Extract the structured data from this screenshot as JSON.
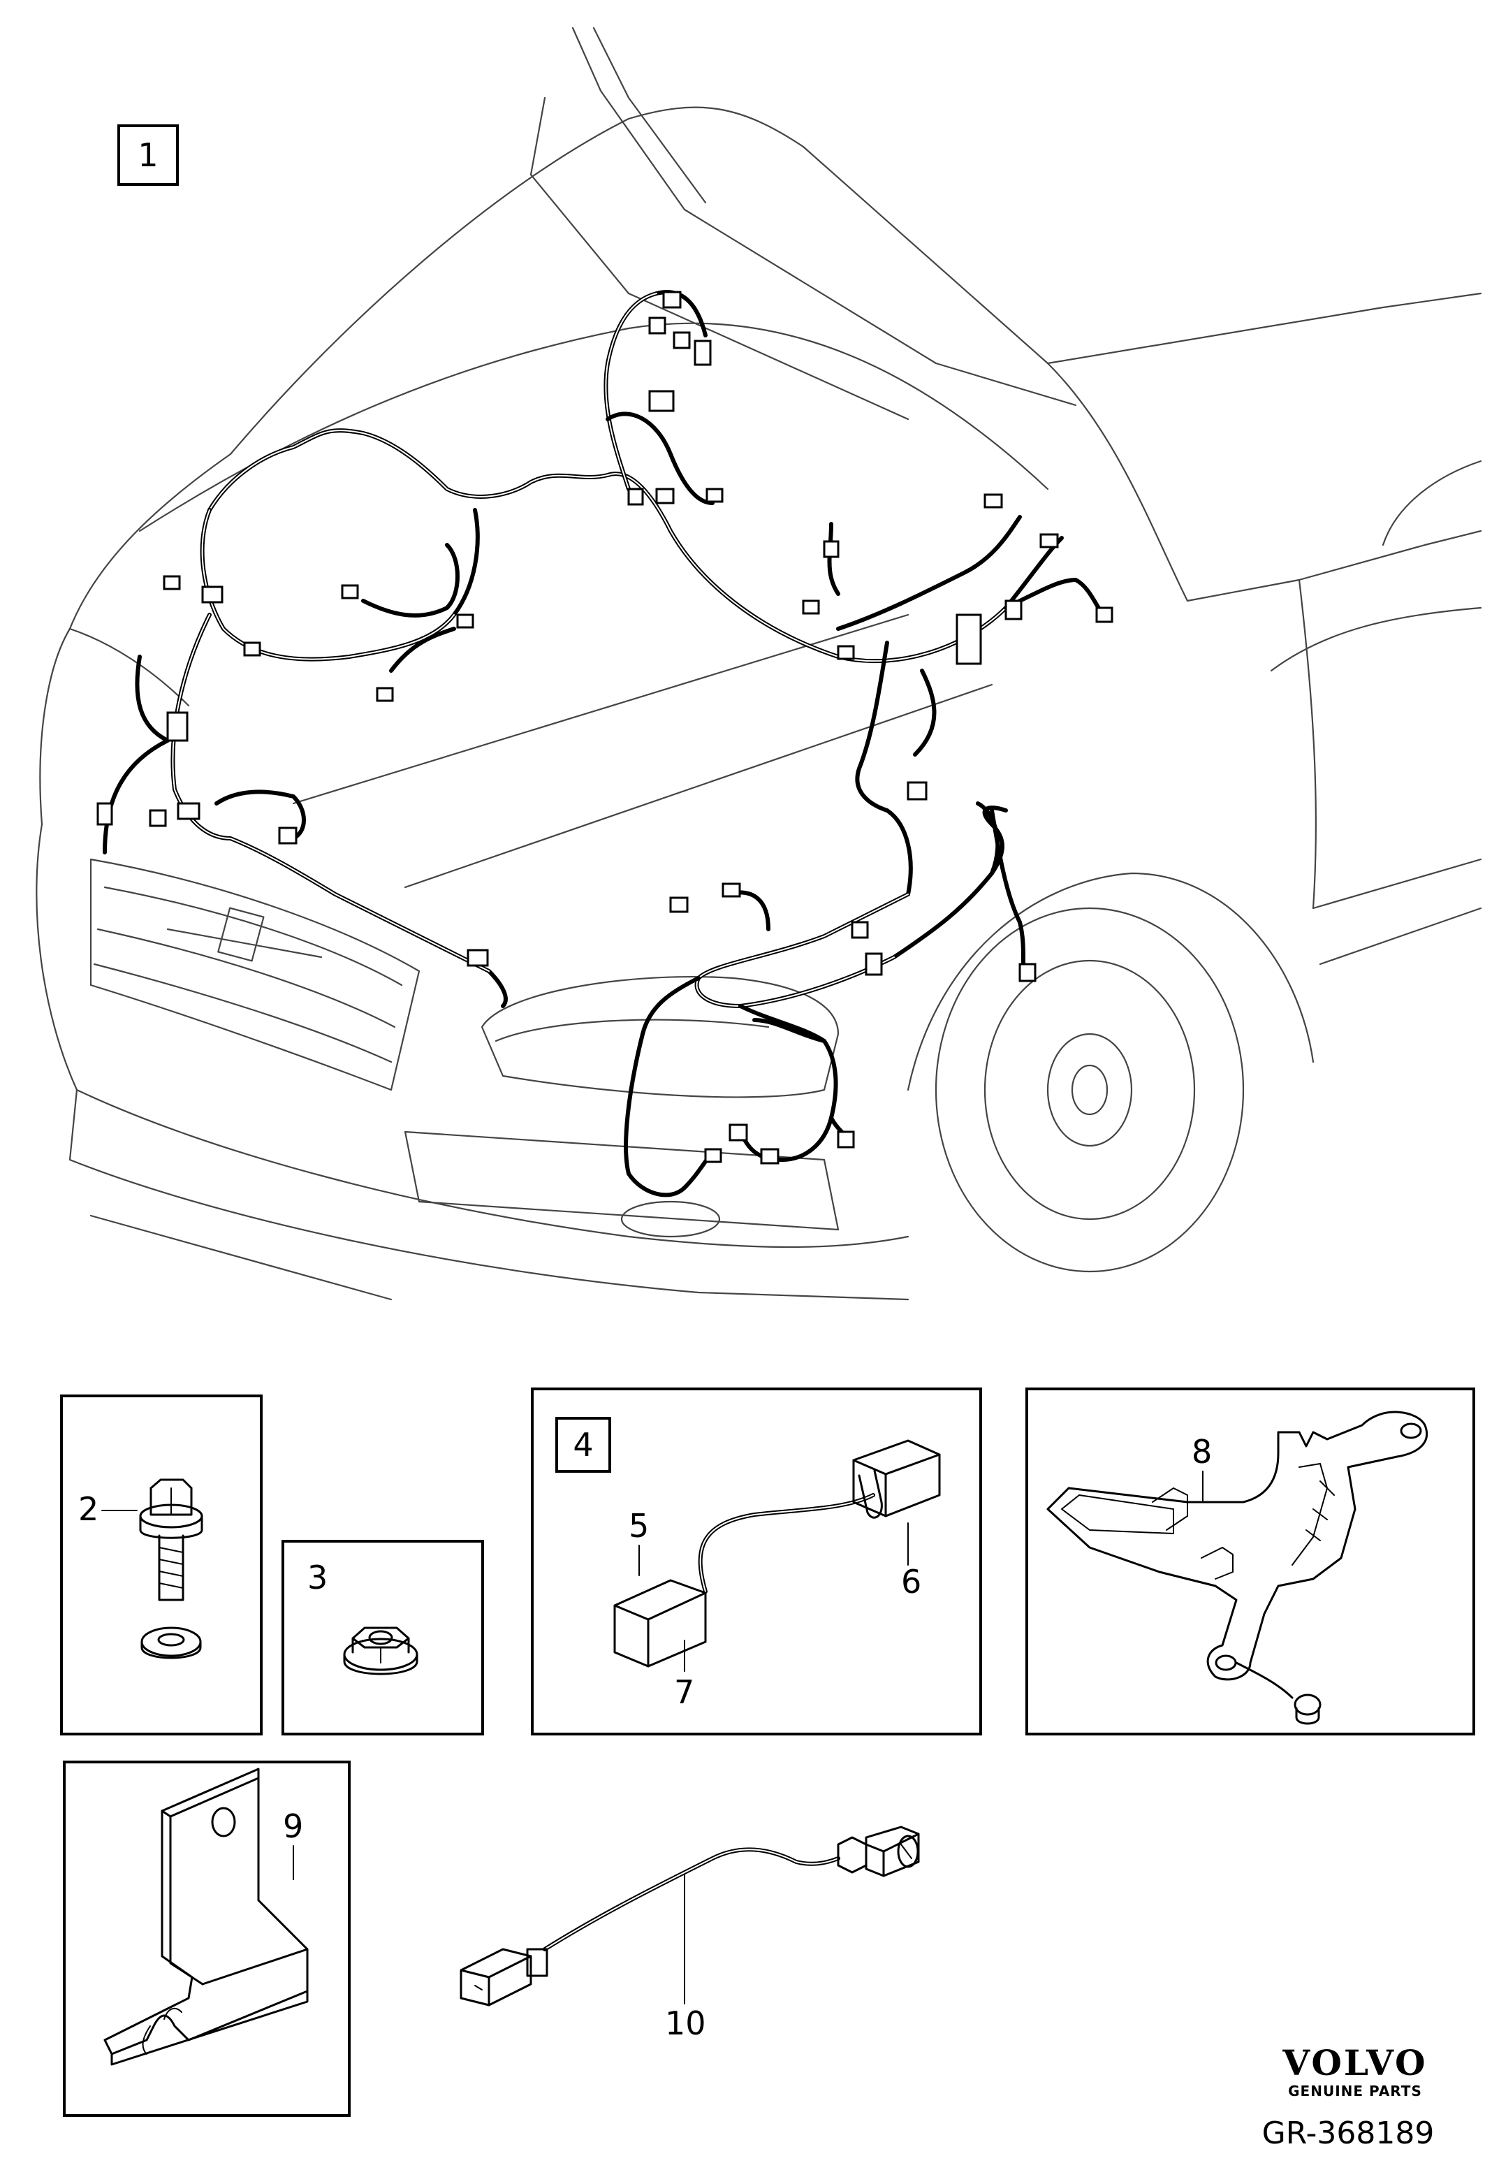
{
  "callouts": {
    "c1": "1",
    "c2": "2",
    "c3": "3",
    "c4": "4",
    "c5": "5",
    "c6": "6",
    "c7": "7",
    "c8": "8",
    "c9": "9",
    "c10": "10"
  },
  "logo": {
    "brand": "VOLVO",
    "tagline": "GENUINE PARTS"
  },
  "reference": "GR-368189",
  "icons": [
    "car-front-outline",
    "wiring-harness",
    "flange-bolt",
    "washer",
    "flange-nut",
    "relay-lead",
    "connector-bracket",
    "mounting-bracket",
    "sensor-cable"
  ]
}
